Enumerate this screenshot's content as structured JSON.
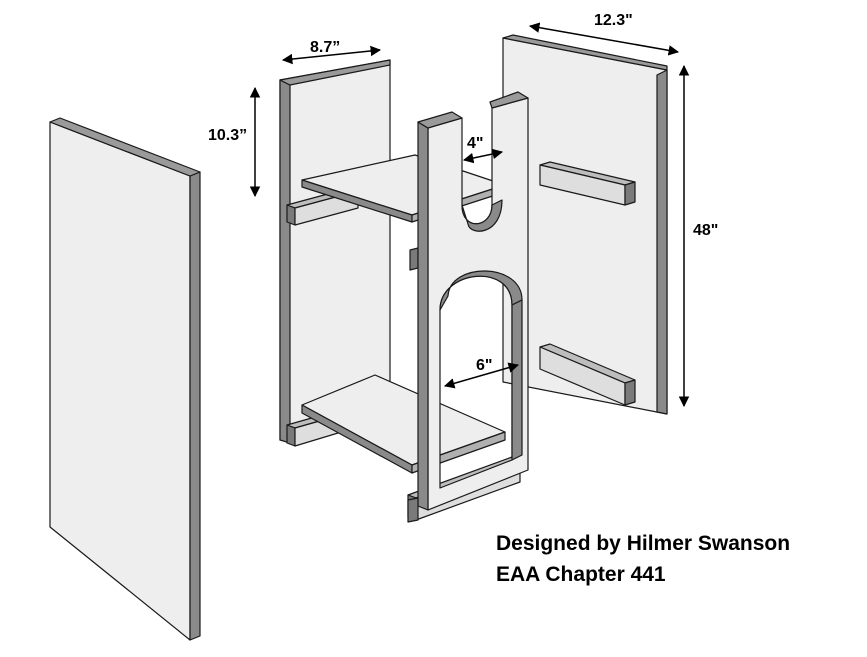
{
  "dimensions": {
    "depth": "8.7”",
    "width": "12.3\"",
    "shelf_spacing": "10.3”",
    "height": "48\"",
    "slot_width": "4\"",
    "arch_width": "6\""
  },
  "credits": {
    "designer": "Designed by Hilmer Swanson",
    "chapter": "EAA Chapter 441"
  },
  "colors": {
    "panel_face": "#eeeeee",
    "panel_edge": "#808080",
    "outline": "#1a1a1a"
  }
}
